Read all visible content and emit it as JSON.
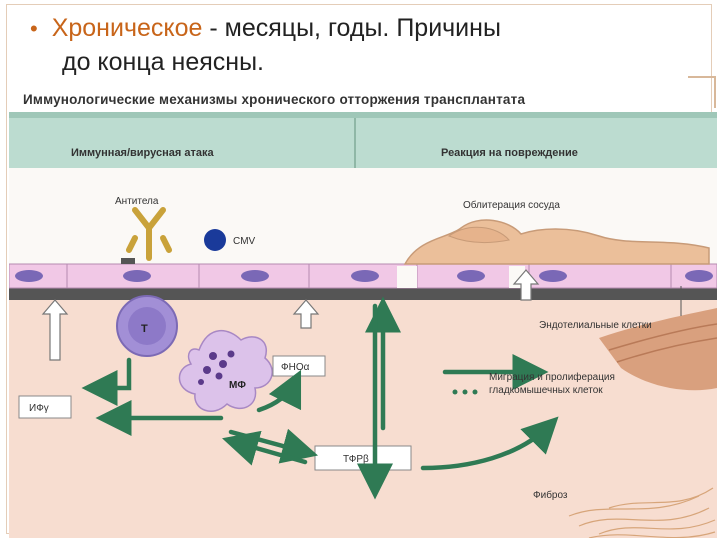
{
  "slide": {
    "bullet_symbol": "•",
    "bullet_term": "Хроническое",
    "bullet_rest": " - месяцы, годы. Причины",
    "bullet_line2": "до конца неясны."
  },
  "diagram": {
    "title": "Иммунологические механизмы хронического отторжения трансплантата",
    "header_left": "Иммунная/вирусная атака",
    "header_right": "Реакция на повреждение",
    "labels": {
      "antibodies": "Антитела",
      "cmv": "CMV",
      "vessel_obliteration": "Облитерация сосуда",
      "endothelial_cells": "Эндотелиальные клетки",
      "t_cell": "Т",
      "macrophage": "МФ",
      "tnf": "ФНОα",
      "ifn": "ИФγ",
      "migration_line1": "Миграция и пролиферация",
      "migration_line2": "гладкомышечных клеток",
      "tgf": "ТФРβ",
      "fibrosis": "Фиброз"
    },
    "colors": {
      "header_band": "#bcdcd0",
      "endothelium": "#f1c8e6",
      "nucleus": "#7a68b6",
      "tissue": "#f7ddd0",
      "arrow_green": "#2f7a54",
      "macrophage": "#dcc2ea",
      "t_cell": "#a28fd6",
      "cmv_dot": "#1a3a9a",
      "obliteration": "#ebbf9a",
      "muscle": "#d9a07e"
    }
  }
}
